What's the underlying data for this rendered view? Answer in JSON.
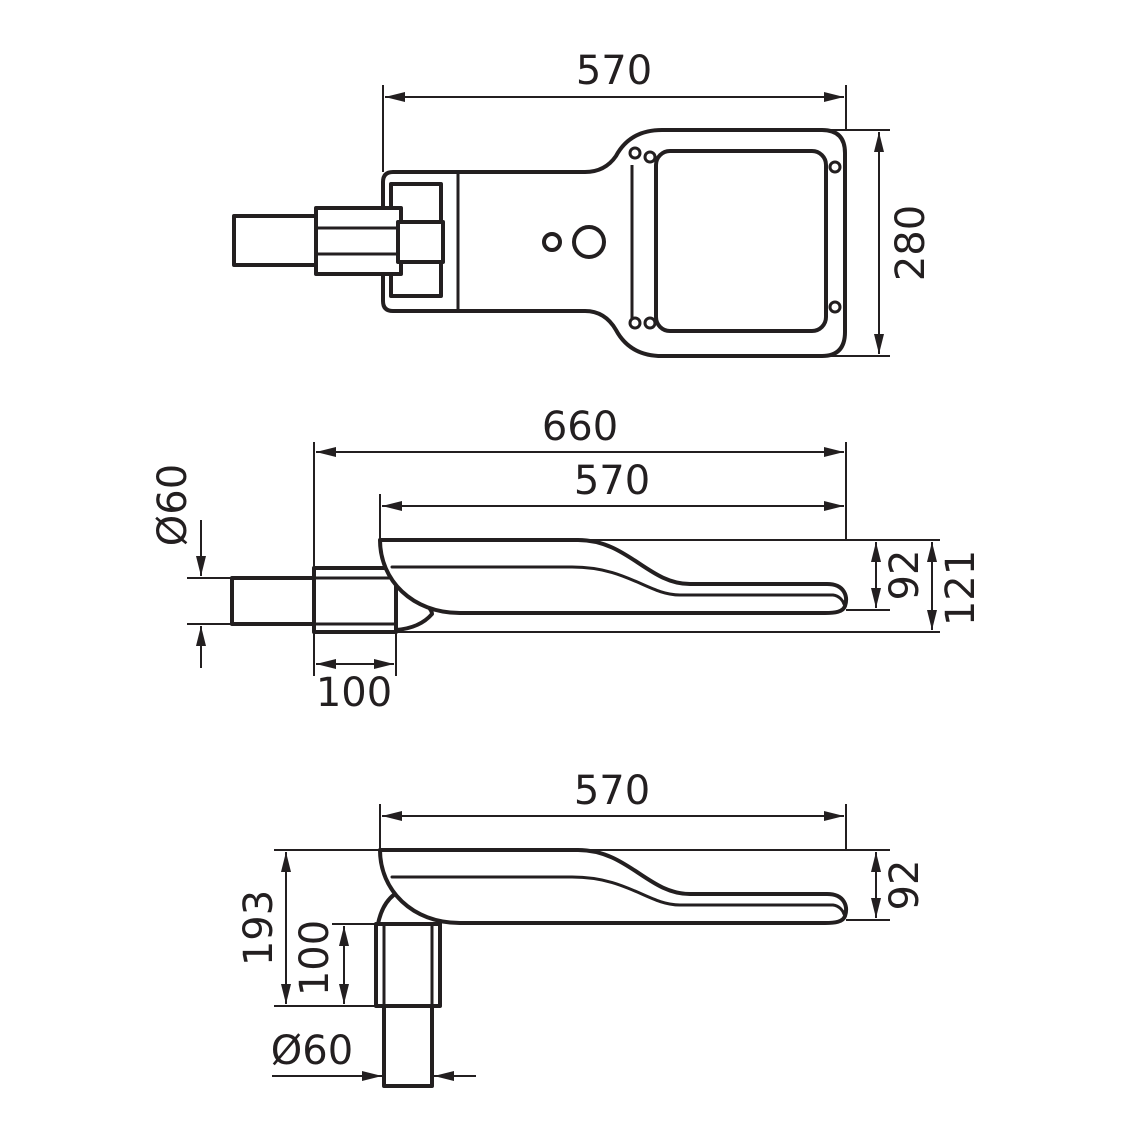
{
  "views": {
    "top": {
      "width_label": "570",
      "height_label": "280"
    },
    "side": {
      "overall_length_label": "660",
      "body_length_label": "570",
      "pole_diameter_label": "Ø60",
      "body_height_label": "92",
      "total_height_label": "121",
      "clamp_length_label": "100"
    },
    "vertical_mount": {
      "body_length_label": "570",
      "body_height_label": "92",
      "total_height_label": "193",
      "clamp_length_label": "100",
      "pole_diameter_label": "Ø60"
    }
  },
  "colors": {
    "line": "#231f20",
    "background": "#ffffff"
  }
}
